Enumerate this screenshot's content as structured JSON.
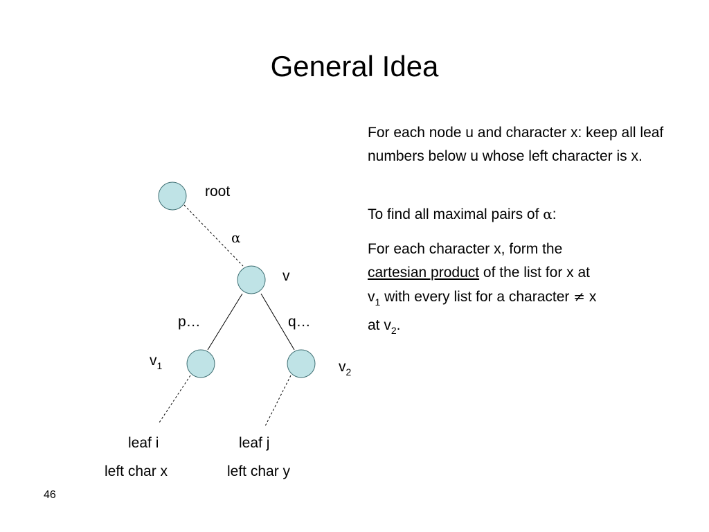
{
  "slide": {
    "title": "General Idea",
    "number": "46"
  },
  "tree": {
    "root_label": "root",
    "edge_label": "α",
    "v_label": "v",
    "left_edge_label": "p…",
    "right_edge_label": "q…",
    "v1_label": "v",
    "v1_sub": "1",
    "v2_label": "v",
    "v2_sub": "2",
    "leaf_i_label": "leaf i",
    "leaf_j_label": "leaf j",
    "leaf_i_char": "left char x",
    "leaf_j_char": "left char y",
    "node_fill": "#bfe3e6",
    "node_stroke": "#3f6f73"
  },
  "text": {
    "p1": "For each node u and character x: keep all leaf numbers below u whose left character is x.",
    "p2_before": "To find all maximal pairs of ",
    "p2_symbol": "α",
    "p2_after": ":",
    "p3_line1": "For each character x, form the",
    "p3_link": "cartesian product",
    "p3_after_link": " of the list for x at",
    "p3_v": "v",
    "p3_sub1": "1",
    "p3_mid": " with every list for a character ",
    "p3_neq": "≠",
    "p3_x": " x",
    "p3_at": "at v",
    "p3_sub2": "2",
    "p3_end": "."
  }
}
